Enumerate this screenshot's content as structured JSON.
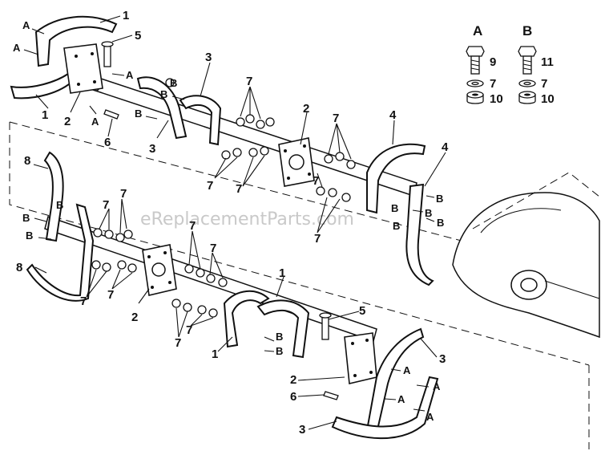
{
  "watermark": "eReplacementParts.com",
  "legend": {
    "a": {
      "header": "A",
      "items": [
        "9",
        "7",
        "10"
      ]
    },
    "b": {
      "header": "B",
      "items": [
        "11",
        "7",
        "10"
      ]
    }
  },
  "callouts": {
    "n1": "1",
    "n2": "2",
    "n3": "3",
    "n4": "4",
    "n5": "5",
    "n6": "6",
    "n7": "7",
    "n8": "8",
    "a": "A",
    "b": "B"
  }
}
